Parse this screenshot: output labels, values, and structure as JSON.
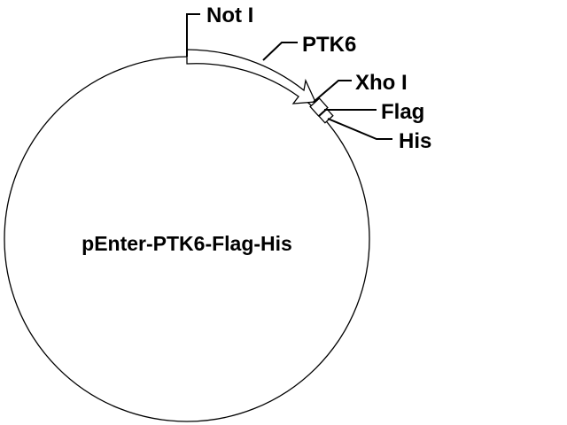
{
  "plasmid": {
    "name": "pEnter-PTK6-Flag-His"
  },
  "features": {
    "not_i": "Not I",
    "ptk6": "PTK6",
    "xho_i": "Xho I",
    "flag": "Flag",
    "his": "His"
  },
  "colors": {
    "line": "#000000",
    "background": "#ffffff"
  }
}
